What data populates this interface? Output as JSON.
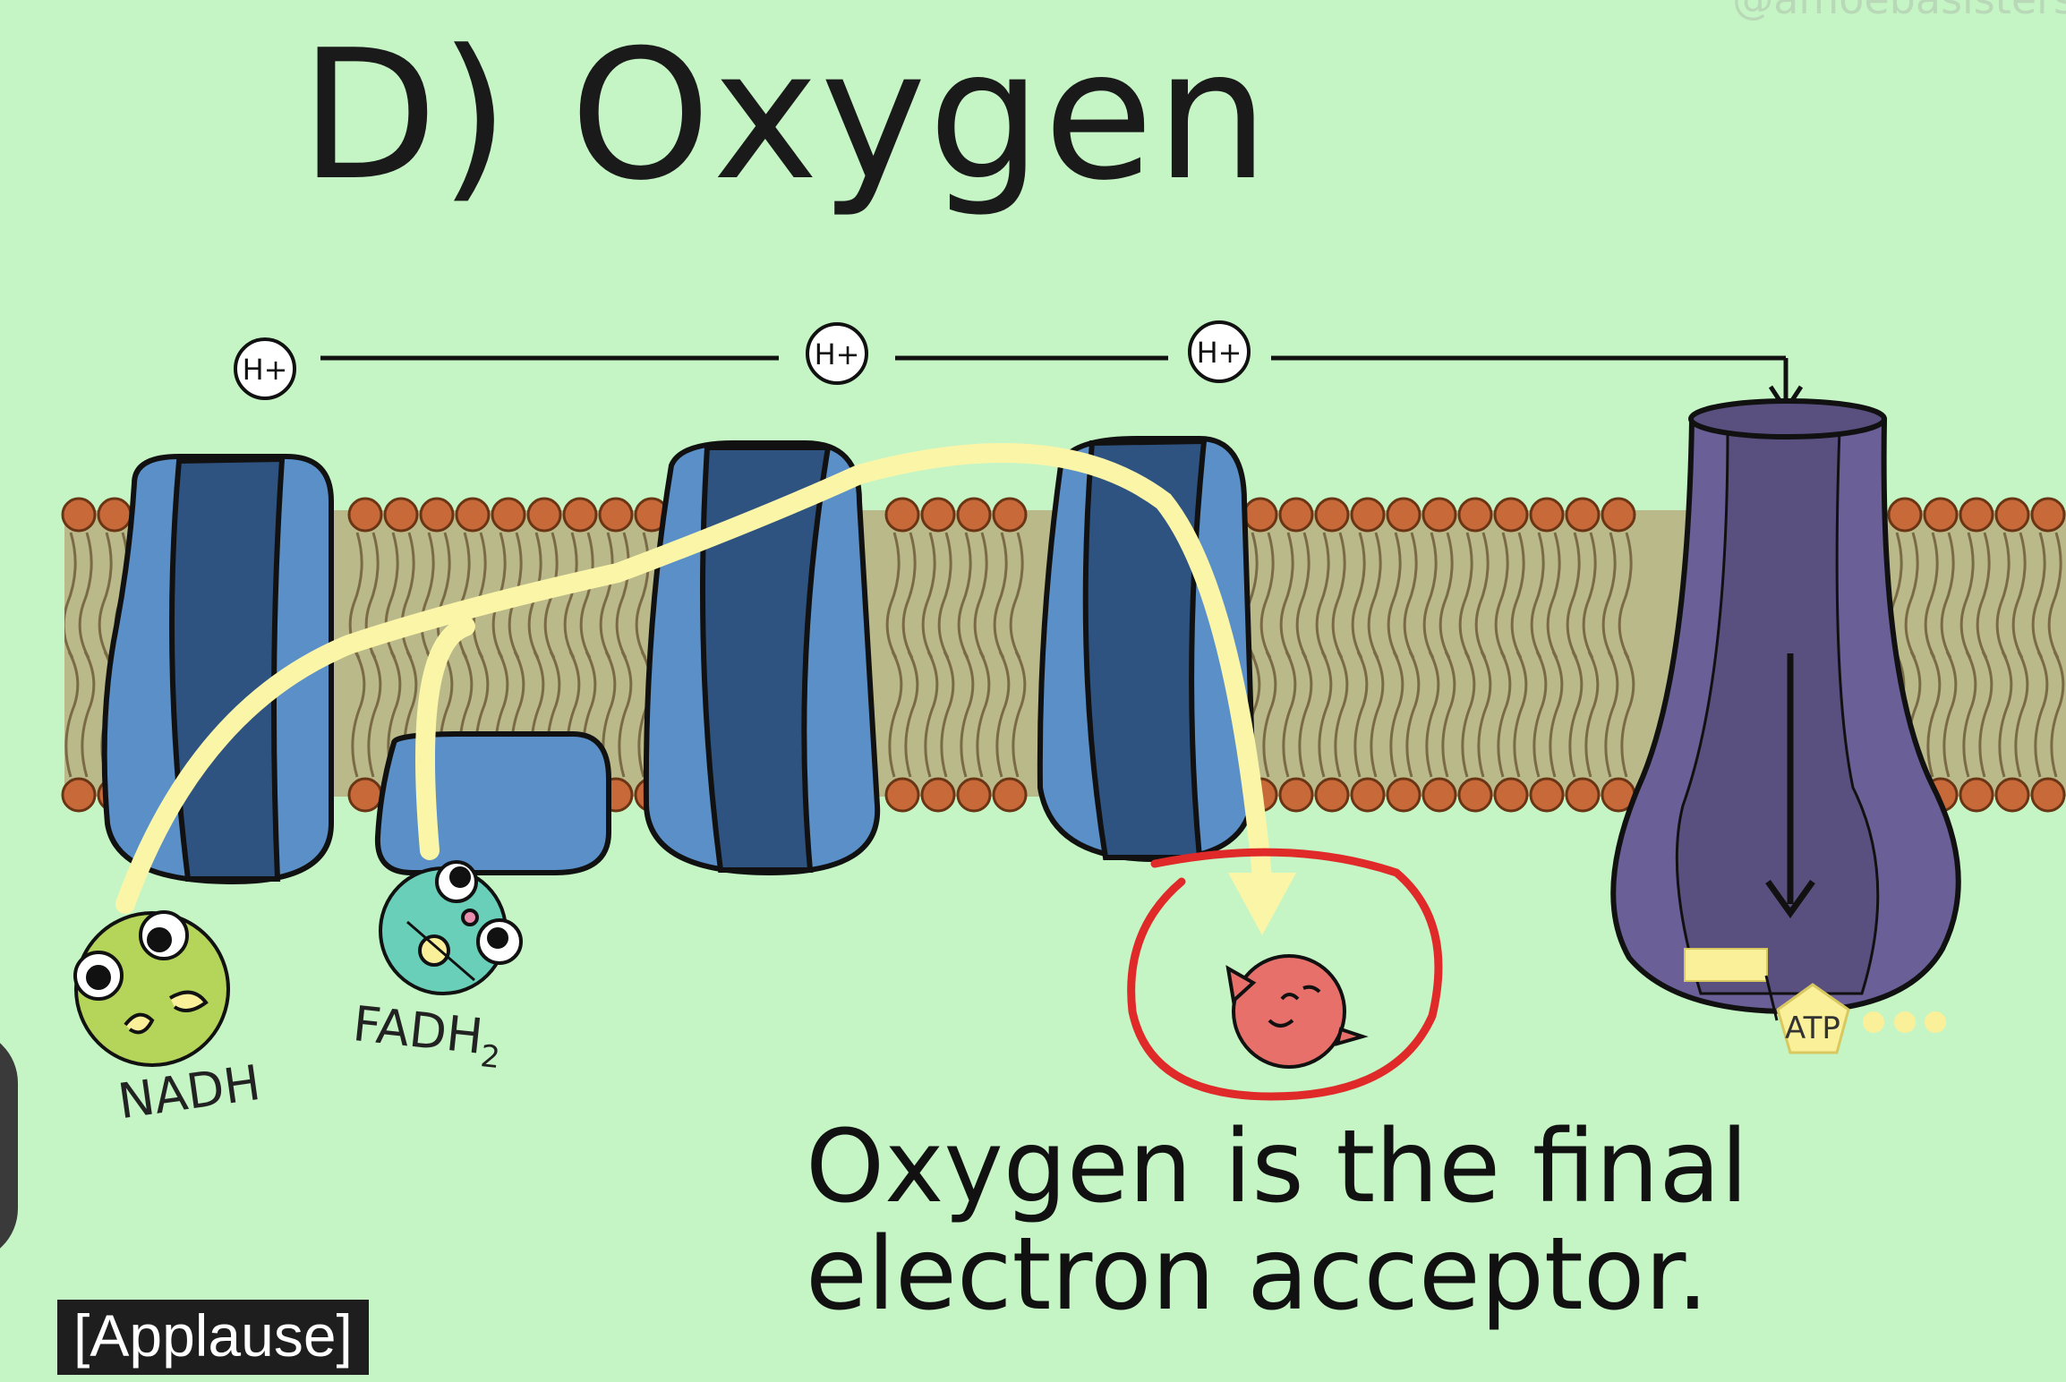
{
  "title": "D) Oxygen",
  "watermark": "@amoebasisters",
  "labels": {
    "proton": "H+",
    "nadh": "NADH",
    "fadh_main": "FADH",
    "fadh_sub": "2",
    "atp": "ATP"
  },
  "caption": {
    "line1": "Oxygen is the final",
    "line2": "electron acceptor."
  },
  "subtitle": "[Applause]",
  "colors": {
    "background": "#c5f5c5",
    "membrane_head": "#c8693a",
    "membrane_tail": "#b9b98a",
    "protein_dark": "#2f5380",
    "protein_light": "#5a8fc8",
    "atp_synthase": "#6a5f96",
    "electron_path": "#fbf5a8",
    "highlight_circle": "#e02a2a",
    "oxygen": "#e8706a",
    "nadh": "#b4d45a",
    "fadh2": "#6acfb8",
    "atp": "#fbf09a"
  }
}
